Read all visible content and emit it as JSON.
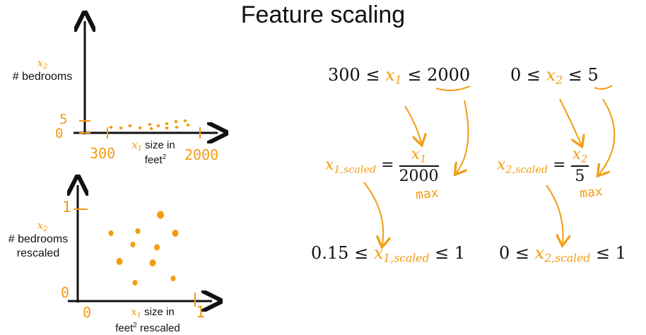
{
  "title": "Feature scaling",
  "top_chart": {
    "y_var": "x",
    "y_sub": "2",
    "y_label": "# bedrooms",
    "y_tick_high": "5",
    "y_tick_low": "0",
    "x_tick_low": "300",
    "x_tick_high": "2000",
    "x_var": "x",
    "x_sub": "1",
    "x_label_1": "size in",
    "x_label_2": "feet",
    "x_label_sup": "2"
  },
  "bottom_chart": {
    "y_var": "x",
    "y_sub": "2",
    "y_label_1": "# bedrooms",
    "y_label_2": "rescaled",
    "y_tick_high": "1",
    "y_tick_low": "0",
    "x_tick_low": "0",
    "x_tick_high": "1",
    "x_var": "x",
    "x_sub": "1",
    "x_label_1": "size in",
    "x_label_2": "feet",
    "x_label_sup": "2",
    "x_label_3": " rescaled"
  },
  "equations": {
    "range1_low": "300",
    "range1_var": "x",
    "range1_sub": "1",
    "range1_high": "2000",
    "range2_low": "0",
    "range2_var": "x",
    "range2_sub": "2",
    "range2_high": "5",
    "le": "≤",
    "eq": "=",
    "scaled1_var": "x",
    "scaled1_sub": "1,scaled",
    "scaled1_num_var": "x",
    "scaled1_num_sub": "1",
    "scaled1_den": "2000",
    "scaled2_var": "x",
    "scaled2_sub": "2,scaled",
    "scaled2_num_var": "x",
    "scaled2_num_sub": "2",
    "scaled2_den": "5",
    "max_note_1": "max",
    "max_note_2": "max",
    "result1_low": "0.15",
    "result1_var": "x",
    "result1_sub": "1,scaled",
    "result1_high": "1",
    "result2_low": "0",
    "result2_var": "x",
    "result2_sub": "2,scaled",
    "result2_high": "1"
  },
  "colors": {
    "accent": "#f39c12",
    "ink": "#111111"
  }
}
